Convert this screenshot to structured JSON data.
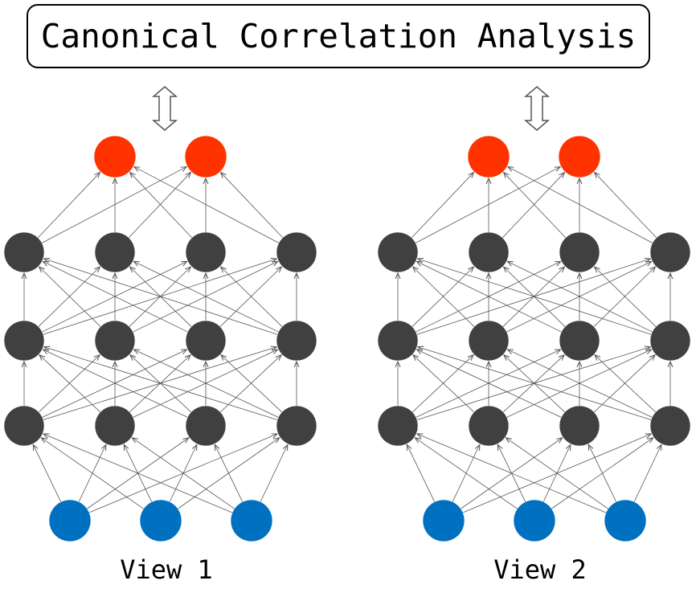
{
  "title": "Canonical Correlation Analysis",
  "colors": {
    "output_node": "#FF3300",
    "hidden_node": "#404040",
    "input_node": "#0070C0",
    "edge": "#555555",
    "arrow_stroke": "#555555",
    "arrow_fill": "#ffffff"
  },
  "views": [
    {
      "label": "View 1",
      "layers": {
        "input": 3,
        "hidden": [
          4,
          4,
          4
        ],
        "output": 2
      }
    },
    {
      "label": "View 2",
      "layers": {
        "input": 3,
        "hidden": [
          4,
          4,
          4
        ],
        "output": 2
      }
    }
  ],
  "connector_icon": "double-vertical-arrow-icon"
}
